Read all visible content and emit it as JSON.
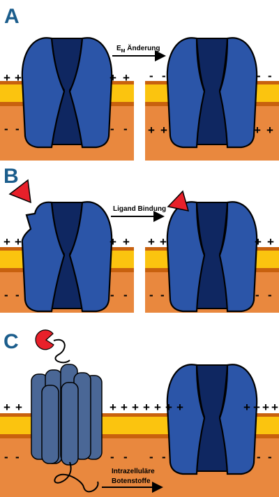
{
  "colors": {
    "extracellular": "#ffffff",
    "membrane": "#fbc40f",
    "membrane_edge": "#c8610e",
    "intracellular": "#e9883e",
    "channel_outer": "#2b55a8",
    "channel_inner": "#0f2761",
    "ligand": "#e8202a",
    "gpcr": "#4a6796",
    "letter": "#1b5d8c"
  },
  "panels": [
    {
      "letter": "A",
      "arrow_label_main": "E",
      "arrow_label_sub": "M",
      "arrow_label_rest": " Änderung",
      "signs_left_top": [
        "+",
        "+",
        "+",
        "+"
      ],
      "signs_left_bottom": [
        "-",
        "-",
        "-",
        "-"
      ],
      "signs_right_top": [
        "-",
        "-",
        "-",
        "-"
      ],
      "signs_right_bottom": [
        "+",
        "+",
        "+",
        "+"
      ]
    },
    {
      "letter": "B",
      "arrow_label": "Ligand Bindung",
      "signs_left_top": [
        "+",
        "+",
        "+",
        "+"
      ],
      "signs_left_bottom": [
        "-",
        "-",
        "-",
        "-"
      ],
      "signs_right_top": [
        "+",
        "+",
        "+",
        "+"
      ],
      "signs_right_bottom": [
        "-",
        "-",
        "-",
        "-"
      ]
    },
    {
      "letter": "C",
      "arrow_label_line1": "Intrazelluläre",
      "arrow_label_line2": "Botenstoffe",
      "signs_top": [
        "+",
        "+",
        "+",
        "+",
        "+",
        "+",
        "+",
        "+",
        "+",
        "+",
        "+",
        "+",
        "+"
      ],
      "signs_bottom": [
        "-",
        "-",
        "-",
        "-",
        "-",
        "-",
        "-",
        "-"
      ]
    }
  ]
}
